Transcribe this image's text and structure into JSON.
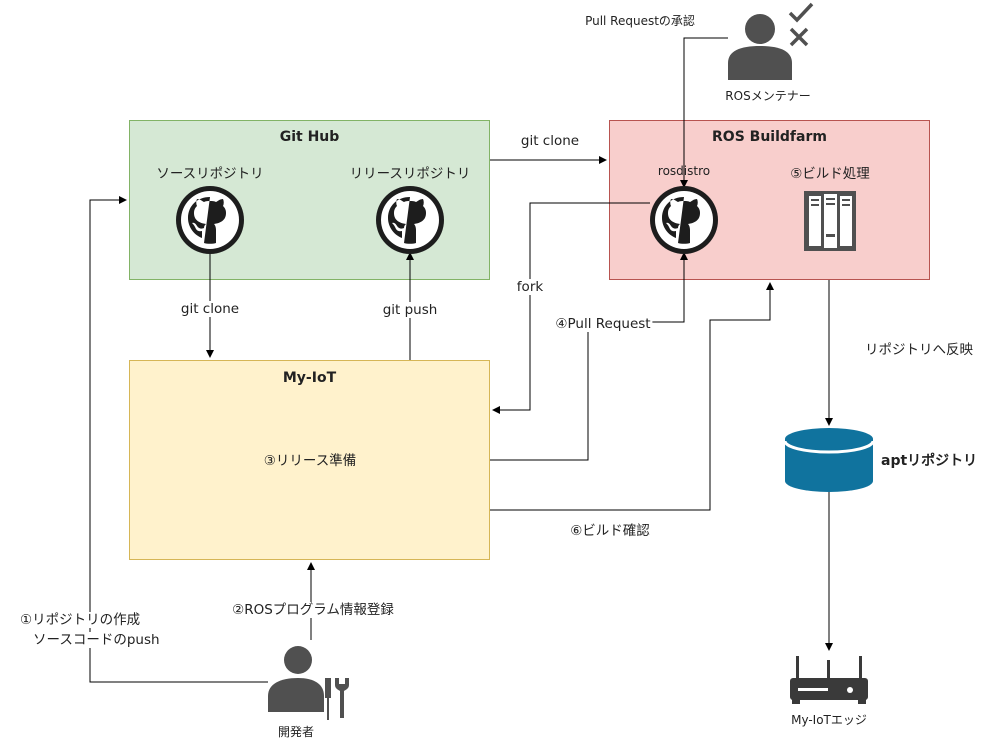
{
  "maintainer": {
    "action_label": "Pull Requestの承認",
    "name": "ROSメンテナー"
  },
  "github": {
    "title": "Git Hub",
    "source_repo": "ソースリポジトリ",
    "release_repo": "リリースリポジトリ",
    "colors": {
      "fill": "#d5e8d4",
      "border": "#82b366"
    }
  },
  "buildfarm": {
    "title": "ROS Buildfarm",
    "rosdistro": "rosdistro",
    "build_step": "⑤ビルド処理",
    "colors": {
      "fill": "#f8cecc",
      "border": "#b85450"
    }
  },
  "myiot": {
    "title": "My-IoT",
    "release_prep": "③リリース準備",
    "colors": {
      "fill": "#fff2cc",
      "border": "#d6b656"
    }
  },
  "edges": {
    "git_clone_top": "git clone",
    "git_clone_left": "git clone",
    "git_push": "git push",
    "fork": "fork",
    "pull_request": "④Pull Request",
    "build_confirm": "⑥ビルド確認",
    "repo_reflect": "リポジトリへ反映",
    "program_register": "②ROSプログラム情報登録",
    "create_repo_line1": "①リポジトリの作成",
    "create_repo_line2": "ソースコードのpush"
  },
  "apt_repo": {
    "label": "aptリポジトリ",
    "color": "#10739e"
  },
  "edge_device": {
    "label": "My-IoTエッジ"
  },
  "developer": {
    "label": "開発者"
  },
  "icons": [
    "github-icon",
    "server-icon",
    "user-icon",
    "check-icon",
    "cross-icon",
    "wrench-icon",
    "screwdriver-icon",
    "database-icon",
    "router-icon"
  ]
}
